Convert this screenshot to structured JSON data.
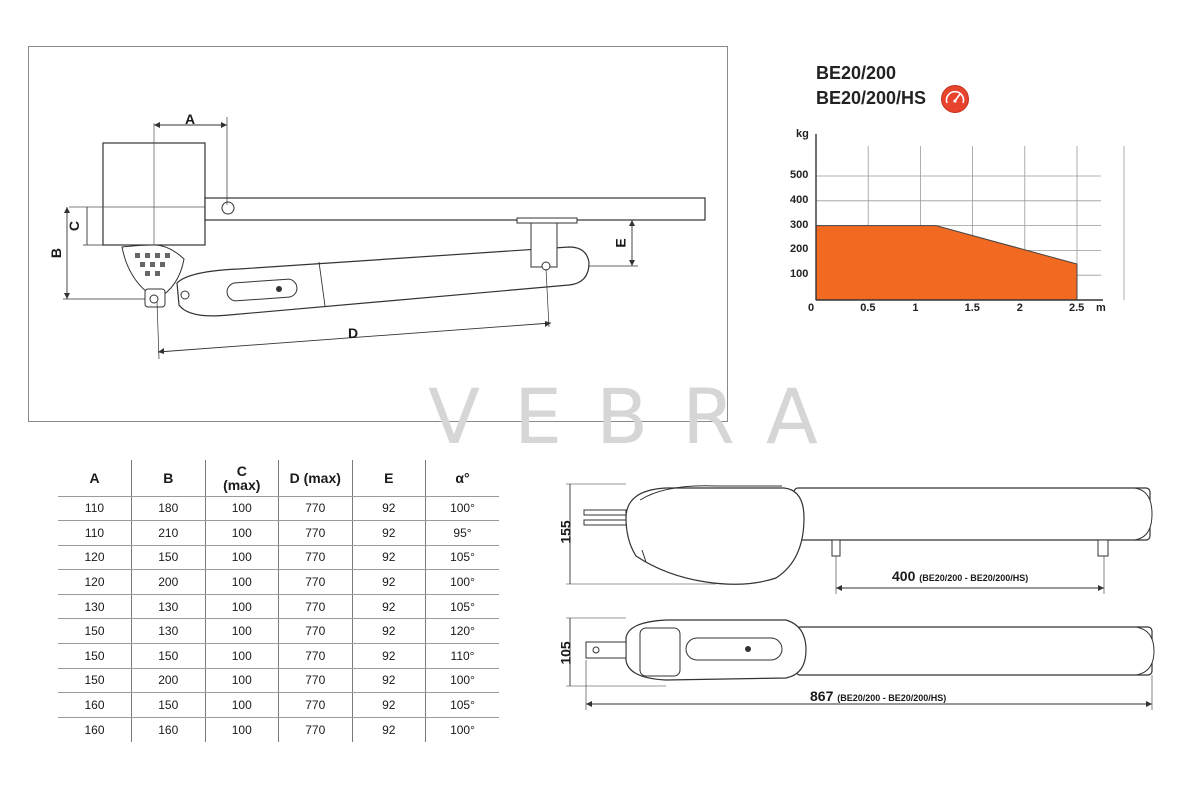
{
  "install_diagram": {
    "labels": {
      "a": "A",
      "b": "B",
      "c": "C",
      "d": "D",
      "e": "E"
    }
  },
  "watermark": "VEBRA",
  "models": {
    "line1": "BE20/200",
    "line2": "BE20/200/HS"
  },
  "speed_badge_icon": "speedometer-icon",
  "chart_data": {
    "type": "area",
    "title": "",
    "xlabel": "m",
    "ylabel": "kg",
    "xlim": [
      0,
      2.5
    ],
    "ylim": [
      0,
      500
    ],
    "x_ticks": [
      "0",
      "0.5",
      "1",
      "1.5",
      "2",
      "2.5"
    ],
    "y_ticks": [
      "100",
      "200",
      "300",
      "400",
      "500"
    ],
    "grid": true,
    "fill_color": "#f26a22",
    "series": [
      {
        "points": [
          [
            0,
            300
          ],
          [
            1.15,
            300
          ],
          [
            2.5,
            145
          ]
        ]
      }
    ]
  },
  "table": {
    "headers": [
      {
        "main": "A",
        "sub": ""
      },
      {
        "main": "B",
        "sub": ""
      },
      {
        "main": "C",
        "sub": "(max)"
      },
      {
        "main": "D (max)",
        "sub": ""
      },
      {
        "main": "E",
        "sub": ""
      },
      {
        "main": "α°",
        "sub": ""
      }
    ],
    "rows": [
      [
        "110",
        "180",
        "100",
        "770",
        "92",
        "100°"
      ],
      [
        "110",
        "210",
        "100",
        "770",
        "92",
        "95°"
      ],
      [
        "120",
        "150",
        "100",
        "770",
        "92",
        "105°"
      ],
      [
        "120",
        "200",
        "100",
        "770",
        "92",
        "100°"
      ],
      [
        "130",
        "130",
        "100",
        "770",
        "92",
        "105°"
      ],
      [
        "150",
        "130",
        "100",
        "770",
        "92",
        "120°"
      ],
      [
        "150",
        "150",
        "100",
        "770",
        "92",
        "110°"
      ],
      [
        "150",
        "200",
        "100",
        "770",
        "92",
        "100°"
      ],
      [
        "160",
        "150",
        "100",
        "770",
        "92",
        "105°"
      ],
      [
        "160",
        "160",
        "100",
        "770",
        "92",
        "100°"
      ]
    ]
  },
  "product_dims": {
    "side_height": "155",
    "top_height": "105",
    "bracket_dist": "400",
    "bracket_dist_note": "(BE20/200 - BE20/200/HS)",
    "total_length": "867",
    "total_length_note": "(BE20/200 - BE20/200/HS)"
  }
}
